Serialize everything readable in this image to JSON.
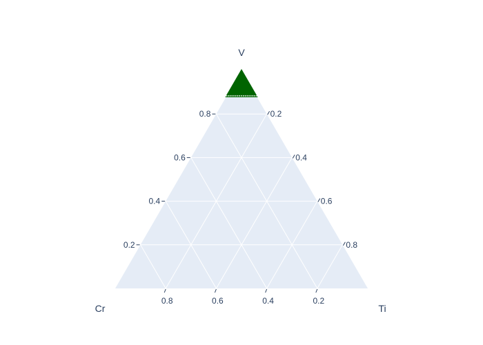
{
  "chart_data": {
    "type": "ternary",
    "axes": {
      "a": {
        "title": "V",
        "ticks": [
          0.2,
          0.4,
          0.6,
          0.8
        ],
        "tick_labels": [
          "0.2",
          "0.4",
          "0.6",
          "0.8"
        ]
      },
      "b": {
        "title": "Cr",
        "ticks": [
          0.2,
          0.4,
          0.6,
          0.8
        ],
        "tick_labels": [
          "0.2",
          "0.4",
          "0.6",
          "0.8"
        ]
      },
      "c": {
        "title": "Ti",
        "ticks": [
          0.2,
          0.4,
          0.6,
          0.8
        ],
        "tick_labels": [
          "0.2",
          "0.4",
          "0.6",
          "0.8"
        ]
      }
    },
    "grid": true,
    "series": [
      {
        "fill": "toself",
        "fill_color": "#006400",
        "line_color": "#006400",
        "marker_color": "#ffffff",
        "points": [
          {
            "a": 1.0,
            "b": 0.0,
            "c": 0.0
          },
          {
            "a": 0.88,
            "b": 0.12,
            "c": 0.0
          },
          {
            "a": 0.88,
            "b": 0.0,
            "c": 0.12
          },
          {
            "a": 1.0,
            "b": 0.0,
            "c": 0.0
          }
        ]
      }
    ],
    "colors": {
      "background": "#e5ecf6",
      "grid": "#ffffff",
      "text": "#2a3f5f"
    }
  }
}
